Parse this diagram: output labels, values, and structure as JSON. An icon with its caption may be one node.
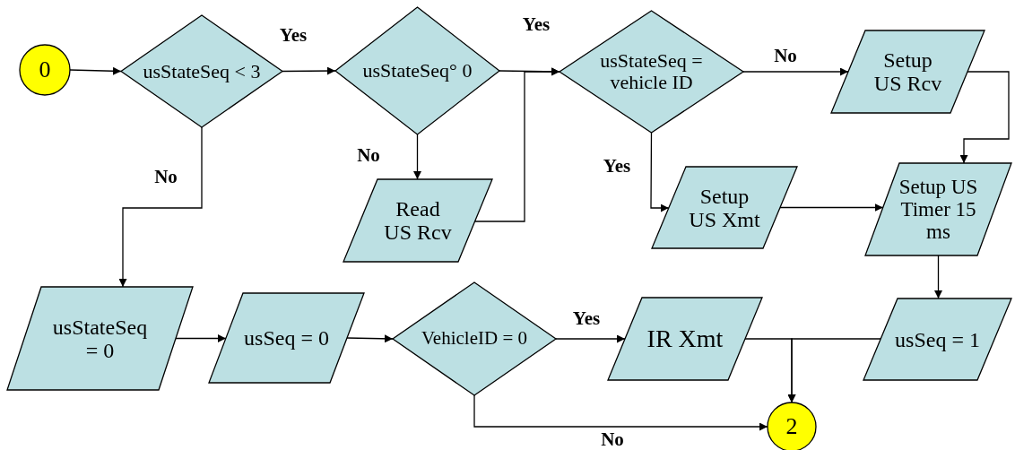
{
  "diagram": {
    "nodes": [
      {
        "text": [
          "0"
        ]
      },
      {
        "text": [
          "usStateSeq < 3"
        ]
      },
      {
        "text": [
          "usStateSeq° 0"
        ]
      },
      {
        "text": [
          "Read US Rcv"
        ]
      },
      {
        "text": [
          "usStateSeq = vehicle ID"
        ]
      },
      {
        "text": [
          "Setup US Rcv"
        ]
      },
      {
        "text": [
          "Setup US Xmt"
        ]
      },
      {
        "text": [
          "Setup US Timer 15 ms"
        ]
      },
      {
        "text": [
          "usStateSeq = 0"
        ]
      },
      {
        "text": [
          "usSeq = 0"
        ]
      },
      {
        "text": [
          "VehicleID = 0"
        ]
      },
      {
        "text": [
          "IR Xmt"
        ]
      },
      {
        "text": [
          "usSeq = 1"
        ]
      },
      {
        "text": [
          "2"
        ]
      }
    ],
    "edges": [
      {
        "from": 0,
        "to": 1,
        "arrow": "to"
      },
      {
        "from": 1,
        "to": 2,
        "arrow": "to",
        "label": "Yes"
      },
      {
        "from": 1,
        "to": 8,
        "arrow": "to",
        "label": "No"
      },
      {
        "from": 2,
        "to": 4,
        "arrow": "to",
        "label": "Yes"
      },
      {
        "from": 2,
        "to": 3,
        "arrow": "to",
        "label": "No"
      },
      {
        "from": 3,
        "to": 4,
        "arrow": "to"
      },
      {
        "from": 4,
        "to": 5,
        "arrow": "to",
        "label": "No"
      },
      {
        "from": 4,
        "to": 6,
        "arrow": "to",
        "label": "Yes"
      },
      {
        "from": 5,
        "to": 7,
        "arrow": "to"
      },
      {
        "from": 6,
        "to": 7,
        "arrow": "to"
      },
      {
        "from": 7,
        "to": 12,
        "arrow": "to"
      },
      {
        "from": 8,
        "to": 9,
        "arrow": "to"
      },
      {
        "from": 9,
        "to": 10,
        "arrow": "to"
      },
      {
        "from": 10,
        "to": 11,
        "arrow": "to",
        "label": "Yes"
      },
      {
        "from": 10,
        "to": 13,
        "arrow": "to",
        "label": "No"
      },
      {
        "from": 11,
        "to": 13,
        "arrow": "to"
      },
      {
        "from": 12,
        "to": 13,
        "arrow": "to"
      }
    ]
  }
}
